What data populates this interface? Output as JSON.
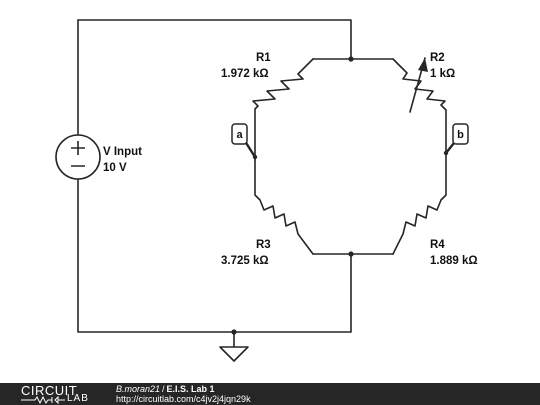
{
  "components": {
    "source": {
      "name": "V Input",
      "value": "10 V"
    },
    "r1": {
      "name": "R1",
      "value": "1.972 kΩ"
    },
    "r2": {
      "name": "R2",
      "value": "1 kΩ"
    },
    "r3": {
      "name": "R3",
      "value": "3.725 kΩ"
    },
    "r4": {
      "name": "R4",
      "value": "1.889 kΩ"
    }
  },
  "probes": {
    "a": "a",
    "b": "b"
  },
  "footer": {
    "logo_top": "CIRCUIT",
    "logo_bottom": "LAB",
    "author": "B.moran21",
    "separator": "/",
    "title": "E.I.S. Lab 1",
    "url": "http://circuitlab.com/c4jv2j4jqn29k"
  },
  "colors": {
    "wire": "#262626",
    "footer_bg": "#262626",
    "footer_text": "#ffffff"
  }
}
